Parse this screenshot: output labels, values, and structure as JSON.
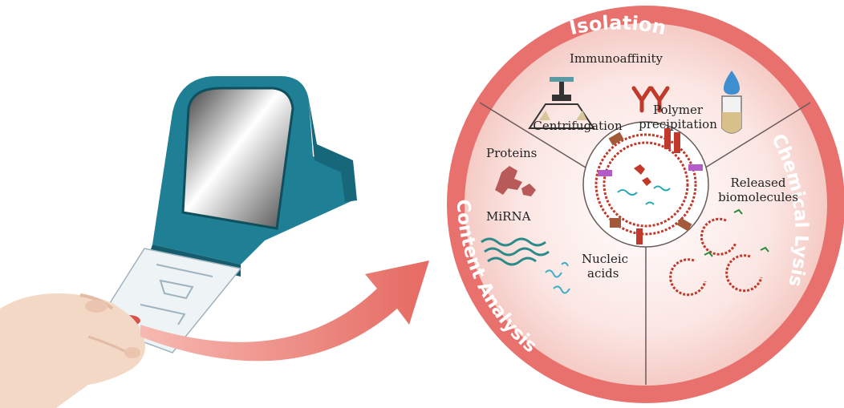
{
  "ring": {
    "top": "Isolation",
    "right": "Chemical Lysis",
    "left": "Content Analysis"
  },
  "isolation": {
    "immunoaffinity": "Immunoaffinity",
    "centrifugation": "Centrifugation",
    "polymer_line1": "Polymer",
    "polymer_line2": "precipitation"
  },
  "lysis": {
    "released_line1": "Released",
    "released_line2": "biomolecules"
  },
  "analysis": {
    "proteins": "Proteins",
    "mirna": "MiRNA",
    "nucleic_line1": "Nucleic",
    "nucleic_line2": "acids"
  },
  "colors": {
    "ring": "#e8716e",
    "disc": "#f9dcd8",
    "device": "#1f7f95",
    "arrow": "#e8796f",
    "vesicle": "#c0392b"
  }
}
